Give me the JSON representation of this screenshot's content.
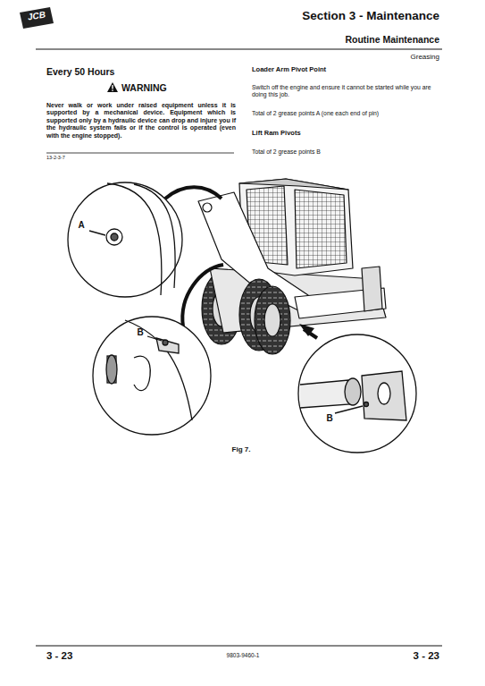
{
  "diagram": {
    "title": "Section 3 - Maintenance",
    "caption": "Fig 7.",
    "labels": [
      "Routine Maintenance",
      "Greasing",
      "Every 50 Hours",
      "WARNING",
      "Never walk or work under raised equipment unless it is supported by a mechanical device. Equipment which is supported only by a hydraulic device can drop and injure you if the hydraulic system fails or if the control is operated (even with the engine stopped).",
      "13-2-3-7",
      "Loader Arm Pivot Point",
      "Switch off the engine and ensure it cannot be started while you are doing this job.",
      "Total of 2 grease points A (one each end of pin)",
      "Lift Ram Pivots",
      "Total of 2 grease points B",
      "A",
      "B",
      "B",
      "3 - 23",
      "9803-9460-1",
      "3 - 23",
      "JCB"
    ]
  }
}
